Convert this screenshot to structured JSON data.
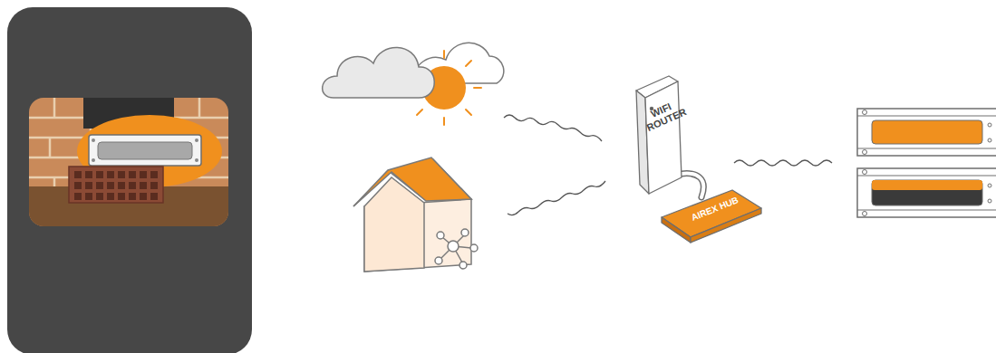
{
  "diagram": {
    "nodes": [
      {
        "text": [
          "WIFI ROUTER"
        ]
      },
      {
        "text": [
          "AIREX HUB"
        ]
      }
    ],
    "edges": [
      {
        "from": 0,
        "to": 1,
        "arrow": "none"
      }
    ]
  }
}
